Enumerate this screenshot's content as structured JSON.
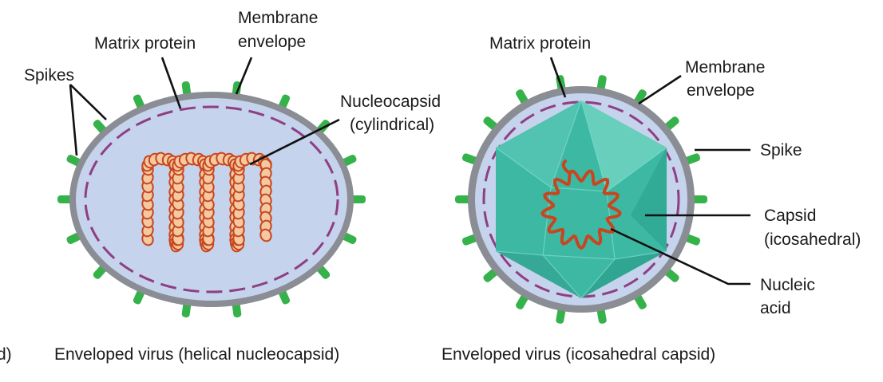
{
  "left_virus": {
    "labels": {
      "spikes": "Spikes",
      "matrix_protein": "Matrix protein",
      "membrane_line1": "Membrane",
      "membrane_line2": "envelope",
      "nucleocapsid_line1": "Nucleocapsid",
      "nucleocapsid_line2": "(cylindrical)"
    },
    "caption": "Enveloped virus (helical nucleocapsid)"
  },
  "right_virus": {
    "labels": {
      "matrix_protein": "Matrix protein",
      "membrane_line1": "Membrane",
      "membrane_line2": "envelope",
      "spike": "Spike",
      "capsid_line1": "Capsid",
      "capsid_line2": "(icosahedral)",
      "nucleic_line1": "Nucleic",
      "nucleic_line2": "acid"
    },
    "caption": "Enveloped virus (icosahedral capsid)"
  },
  "panel_marker": "d)",
  "colors": {
    "envelope": "#8a8d93",
    "interior": "#c5d3ec",
    "matrix_dash": "#8e3f83",
    "spike": "#35b24a",
    "capsid": "#3db8a3",
    "nucleic_acid": "#c8461f",
    "helix_fill": "#f4c9a0"
  }
}
